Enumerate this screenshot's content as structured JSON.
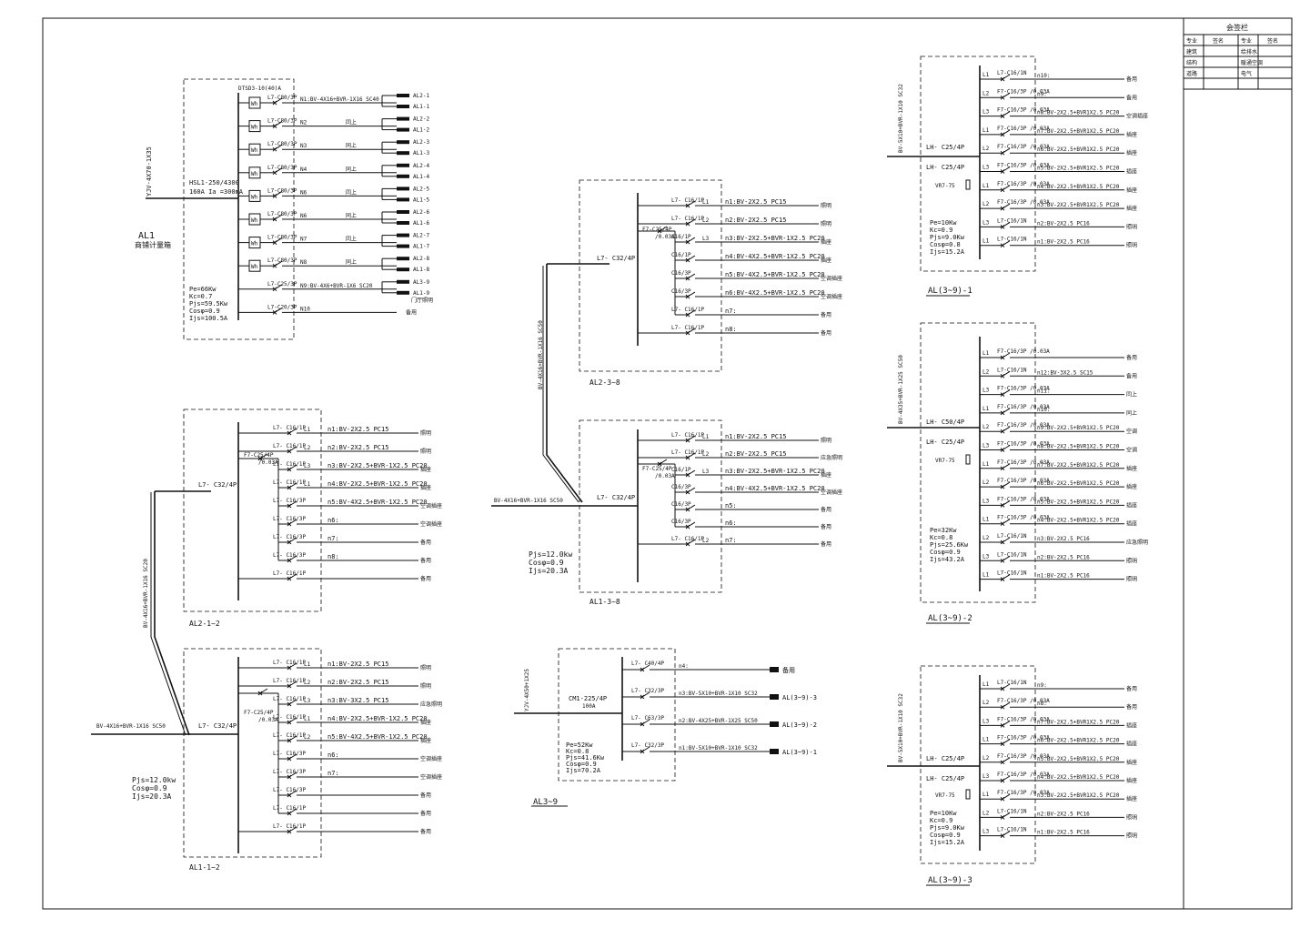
{
  "sign_block": {
    "title": "会签栏",
    "header": [
      "专业",
      "签名",
      "专业",
      "签名"
    ],
    "rows": [
      [
        "建筑",
        "",
        "给排水",
        ""
      ],
      [
        "结构",
        "",
        "暖通空调",
        ""
      ],
      [
        "道路",
        "",
        "电气",
        ""
      ]
    ]
  },
  "al1": {
    "title": "AL1",
    "subtitle": "商铺计量箱",
    "incoming_cable": "YJV-4X70-1X35",
    "meter_model": "DTSD3-10(40)A",
    "main_breaker": [
      "HSL1-250/4300",
      "160A Ia =300mA"
    ],
    "params": [
      "Pe=66Kw",
      "Kc=0.7",
      "Pjs=59.5Kw",
      "Cosφ=0.9",
      "Ijs=100.5A"
    ],
    "circuits": [
      {
        "breaker": "L7-C80/3P",
        "label": "N1:BV-4X16+BVR-1X16 SC40",
        "loads": [
          "AL2-1",
          "AL1-1"
        ]
      },
      {
        "breaker": "L7-C80/3P",
        "label": "N2",
        "note": "同上",
        "loads": [
          "AL2-2",
          "AL1-2"
        ]
      },
      {
        "breaker": "L7-C80/3P",
        "label": "N3",
        "note": "同上",
        "loads": [
          "AL2-3",
          "AL1-3"
        ]
      },
      {
        "breaker": "L7-C80/3P",
        "label": "N4",
        "note": "同上",
        "loads": [
          "AL2-4",
          "AL1-4"
        ]
      },
      {
        "breaker": "L7-C80/3P",
        "label": "N6",
        "note": "同上",
        "loads": [
          "AL2-5",
          "AL1-5"
        ]
      },
      {
        "breaker": "L7-C80/3P",
        "label": "N6",
        "note": "同上",
        "loads": [
          "AL2-6",
          "AL1-6"
        ]
      },
      {
        "breaker": "L7-C80/3P",
        "label": "N7",
        "note": "同上",
        "loads": [
          "AL2-7",
          "AL1-7"
        ]
      },
      {
        "breaker": "L7-C80/3P",
        "label": "N8",
        "note": "同上",
        "loads": [
          "AL2-8",
          "AL1-8"
        ]
      },
      {
        "breaker": "L7-C25/3P",
        "label": "N9:BV-4X6+BVR-1X6 SC20",
        "loads": [
          "AL3-9",
          "AL1-9"
        ],
        "extra": "门厅照明"
      },
      {
        "breaker": "L7-C20/3P",
        "label": "N10",
        "loads": [
          "备用"
        ]
      }
    ]
  },
  "al21": {
    "title": "AL2-1~2",
    "main": "L7- C32/4P",
    "rcd": [
      "F7-C25/4P",
      "/0.03A"
    ],
    "feeder_cable": "BV-4X16+BVR-1X16 SC20",
    "circuits": [
      {
        "breaker": "L7- C16/1P",
        "phase": "L1",
        "label": "n1:BV-2X2.5 PC15",
        "load": "照明"
      },
      {
        "breaker": "L7- C16/1P",
        "phase": "L2",
        "label": "n2:BV-2X2.5 PC15",
        "load": "照明"
      },
      {
        "breaker": "L7- C16/1P",
        "phase": "L3",
        "label": "n3:BV-2X2.5+BVR-1X2.5 PC20",
        "load": "插座"
      },
      {
        "breaker": "L7- C16/1P",
        "phase": "L1",
        "label": "n4:BV-2X2.5+BVR-1X2.5 PC20",
        "load": "插座"
      },
      {
        "breaker": "L7- C16/3P",
        "phase": "",
        "label": "n5:BV-4X2.5+BVR-1X2.5 PC20",
        "load": "空调插座"
      },
      {
        "breaker": "L7- C16/3P",
        "phase": "",
        "label": "n6:",
        "load": "空调插座"
      },
      {
        "breaker": "L7- C16/3P",
        "phase": "",
        "label": "n7:",
        "load": "备用"
      },
      {
        "breaker": "L7- C16/3P",
        "phase": "",
        "label": "n8:",
        "load": "备用"
      },
      {
        "breaker": "L7- C16/1P",
        "phase": "",
        "label": "",
        "load": "备用"
      }
    ]
  },
  "al11": {
    "title": "AL1-1~2",
    "main": "L7- C32/4P",
    "rcd": [
      "F7-C25/4P",
      "/0.03A"
    ],
    "incoming_cable": "BV-4X16+BVR-1X16 SC50",
    "params": [
      "Pjs=12.0kw",
      "Cosφ=0.9",
      "Ijs=20.3A"
    ],
    "circuits": [
      {
        "breaker": "L7- C16/1P",
        "phase": "L1",
        "label": "n1:BV-2X2.5 PC15",
        "load": "照明"
      },
      {
        "breaker": "L7- C16/1P",
        "phase": "L2",
        "label": "n2:BV-2X2.5 PC15",
        "load": "照明"
      },
      {
        "breaker": "L7- C16/1P",
        "phase": "L3",
        "label": "n3:BV-3X2.5 PC15",
        "load": "应急照明"
      },
      {
        "breaker": "L7- C16/1P",
        "phase": "L1",
        "label": "n4:BV-2X2.5+BVR-1X2.5 PC20",
        "load": "插座"
      },
      {
        "breaker": "L7- C16/1P",
        "phase": "L2",
        "label": "n5:BV-4X2.5+BVR-1X2.5 PC20",
        "load": "插座"
      },
      {
        "breaker": "L7- C16/3P",
        "phase": "",
        "label": "n6:",
        "load": "空调插座"
      },
      {
        "breaker": "L7- C16/3P",
        "phase": "",
        "label": "n7:",
        "load": "空调插座"
      },
      {
        "breaker": "L7- C16/3P",
        "phase": "",
        "label": "",
        "load": "备用"
      },
      {
        "breaker": "L7- C16/1P",
        "phase": "",
        "label": "",
        "load": "备用"
      },
      {
        "breaker": "L7- C16/1P",
        "phase": "",
        "label": "",
        "load": "备用"
      }
    ]
  },
  "al23": {
    "title": "AL2-3~8",
    "main": "L7- C32/4P",
    "rcd": [
      "F7-C25/4P",
      "/0.03A"
    ],
    "feeder_cable": "BV-4X16+BVR-1X16 SC50",
    "circuits": [
      {
        "breaker": "L7- C16/1P",
        "phase": "L1",
        "label": "n1:BV-2X2.5 PC15",
        "load": "照明"
      },
      {
        "breaker": "L7- C16/1P",
        "phase": "L2",
        "label": "n2:BV-2X2.5 PC15",
        "load": "照明"
      },
      {
        "breaker": "C16/1P",
        "phase": "L3",
        "label": "n3:BV-2X2.5+BVR-1X2.5 PC20",
        "load": "插座"
      },
      {
        "breaker": "C16/1P",
        "phase": "",
        "label": "n4:BV-4X2.5+BVR-1X2.5 PC20",
        "load": "插座"
      },
      {
        "breaker": "C16/3P",
        "phase": "",
        "label": "n5:BV-4X2.5+BVR-1X2.5 PC20",
        "load": "空调插座"
      },
      {
        "breaker": "C16/3P",
        "phase": "",
        "label": "n6:BV-4X2.5+BVR-1X2.5 PC20",
        "load": "空调插座"
      },
      {
        "breaker": "L7- C16/1P",
        "phase": "",
        "label": "n7:",
        "load": "备用"
      },
      {
        "breaker": "L7- C16/1P",
        "phase": "",
        "label": "n8:",
        "load": "备用"
      }
    ]
  },
  "al13": {
    "title": "AL1-3~8",
    "main": "L7- C32/4P",
    "rcd": [
      "F7-C25/4P",
      "/0.03A"
    ],
    "incoming_cable": "BV-4X16+BVR-1X16 SC50",
    "params": [
      "Pjs=12.0kw",
      "Cosφ=0.9",
      "Ijs=20.3A"
    ],
    "circuits": [
      {
        "breaker": "L7- C16/1P",
        "phase": "L1",
        "label": "n1:BV-2X2.5 PC15",
        "load": "照明"
      },
      {
        "breaker": "L7- C16/1P",
        "phase": "L2",
        "label": "n2:BV-2X2.5 PC15",
        "load": "应急照明"
      },
      {
        "breaker": "C16/1P",
        "phase": "L3",
        "label": "n3:BV-2X2.5+BVR-1X2.5 PC20",
        "load": "插座"
      },
      {
        "breaker": "C16/3P",
        "phase": "",
        "label": "n4:BV-4X2.5+BVR-1X2.5 PC20",
        "load": "空调插座"
      },
      {
        "breaker": "C16/3P",
        "phase": "",
        "label": "n5:",
        "load": "备用"
      },
      {
        "breaker": "C16/3P",
        "phase": "",
        "label": "n6:",
        "load": "备用"
      },
      {
        "breaker": "L7- C16/1P",
        "phase": "L2",
        "label": "n7:",
        "load": "备用"
      }
    ]
  },
  "al39": {
    "title": "AL3~9",
    "incoming_cable": "YJV-4X50+1X25",
    "main_breaker": [
      "CM1-225/4P",
      "100A"
    ],
    "params": [
      "Pe=52Kw",
      "Kc=0.8",
      "Pjs=41.6Kw",
      "Cosφ=0.9",
      "Ijs=70.2A"
    ],
    "circuits": [
      {
        "breaker": "L7- C40/4P",
        "label": "n4:",
        "target": "备用"
      },
      {
        "breaker": "L7- C32/3P",
        "label": "n3:BV-5X10+BVR-1X10 SC32",
        "target": "AL(3~9)-3"
      },
      {
        "breaker": "L7- C63/3P",
        "label": "n2:BV-4X25+BVR-1X25 SC50",
        "target": "AL(3~9)-2"
      },
      {
        "breaker": "L7- C32/3P",
        "label": "n1:BV-5X10+BVR-1X10 SC32",
        "target": "AL(3~9)-1"
      }
    ]
  },
  "al391": {
    "title": "AL(3~9)-1",
    "incoming_cable": "BV-5X10+BVR-1X10 SC32",
    "main": [
      "LH- C25/4P",
      "LH- C25/4P"
    ],
    "spd": "VR7-75",
    "params": [
      "Pe=10Kw",
      "Kc=0.9",
      "Pjs=9.0Kw",
      "Cosφ=0.8",
      "Ijs=15.2A"
    ],
    "circuits": [
      {
        "breaker": "L7-C16/1N",
        "label": "n10:",
        "load": "备用"
      },
      {
        "breaker": "F7-C16/3P /0.03A",
        "label": "n9:",
        "load": "备用"
      },
      {
        "breaker": "F7-C16/3P /0.03A",
        "label": "n8:BV-2X2.5+BVR1X2.5 PC20",
        "load": "空调插座"
      },
      {
        "breaker": "F7-C16/3P /0.03A",
        "label": "n7:BV-2X2.5+BVR1X2.5 PC20",
        "load": "插座"
      },
      {
        "breaker": "F7-C16/3P /0.03A",
        "label": "n6:BV-2X2.5+BVR1X2.5 PC20",
        "load": "插座"
      },
      {
        "breaker": "F7-C16/3P /0.03A",
        "label": "n5:BV-2X2.5+BVR1X2.5 PC20",
        "load": "插座"
      },
      {
        "breaker": "F7-C16/3P /0.03A",
        "label": "n4:BV-2X2.5+BVR1X2.5 PC20",
        "load": "插座"
      },
      {
        "breaker": "F7-C16/3P /0.03A",
        "label": "n3:BV-2X2.5+BVR1X2.5 PC20",
        "load": "插座"
      },
      {
        "breaker": "L7-C16/1N",
        "label": "n2:BV-2X2.5 PC16",
        "load": "照明"
      },
      {
        "breaker": "L7-C16/1N",
        "label": "n1:BV-2X2.5 PC16",
        "load": "照明"
      }
    ]
  },
  "al392": {
    "title": "AL(3~9)-2",
    "incoming_cable": "BV-4X35+BVR-1X25 SC50",
    "main": [
      "LH- C50/4P",
      "LH- C25/4P"
    ],
    "spd": "VR7-75",
    "params": [
      "Pe=32Kw",
      "Kc=0.8",
      "Pjs=25.6Kw",
      "Cosφ=0.9",
      "Ijs=43.2A"
    ],
    "circuits": [
      {
        "breaker": "F7-C16/3P /0.03A",
        "label": "",
        "load": "备用"
      },
      {
        "breaker": "L7-C16/1N",
        "label": "n12:BV-3X2.5 SC15",
        "load": "备用"
      },
      {
        "breaker": "F7-C16/3P /0.03A",
        "label": "n11:",
        "load": "同上"
      },
      {
        "breaker": "F7-C16/3P /0.03A",
        "label": "n10:",
        "load": "同上"
      },
      {
        "breaker": "F7-C16/3P /0.03A",
        "label": "n9:BV-2X2.5+BVR1X2.5 PC20",
        "load": "空调"
      },
      {
        "breaker": "F7-C16/3P /0.03A",
        "label": "n8:BV-2X2.5+BVR1X2.5 PC20",
        "load": "空调"
      },
      {
        "breaker": "F7-C16/3P /0.03A",
        "label": "n7:BV-2X2.5+BVR1X2.5 PC20",
        "load": "插座"
      },
      {
        "breaker": "F7-C16/3P /0.03A",
        "label": "n6:BV-2X2.5+BVR1X2.5 PC20",
        "load": "插座"
      },
      {
        "breaker": "F7-C16/3P /0.03A",
        "label": "n5:BV-2X2.5+BVR1X2.5 PC20",
        "load": "插座"
      },
      {
        "breaker": "F7-C16/3P /0.03A",
        "label": "n4:BV-2X2.5+BVR1X2.5 PC20",
        "load": "插座"
      },
      {
        "breaker": "L7-C16/1N",
        "label": "n3:BV-2X2.5 PC16",
        "load": "应急照明"
      },
      {
        "breaker": "L7-C16/1N",
        "label": "n2:BV-2X2.5 PC16",
        "load": "照明"
      },
      {
        "breaker": "L7-C16/1N",
        "label": "n1:BV-2X2.5 PC16",
        "load": "照明"
      }
    ]
  },
  "al393": {
    "title": "AL(3~9)-3",
    "incoming_cable": "BV-5X10+BVR-1X10 SC32",
    "main": [
      "LH- C25/4P",
      "LH- C25/4P"
    ],
    "spd": "VR7-75",
    "params": [
      "Pe=10Kw",
      "Kc=0.9",
      "Pjs=9.0Kw",
      "Cosφ=0.9",
      "Ijs=15.2A"
    ],
    "circuits": [
      {
        "breaker": "L7-C16/1N",
        "label": "n9:",
        "load": "备用"
      },
      {
        "breaker": "F7-C16/3P /0.03A",
        "label": "n8:",
        "load": "备用"
      },
      {
        "breaker": "F7-C16/3P /0.03A",
        "label": "n7:BV-2X2.5+BVR1X2.5 PC20",
        "load": "插座"
      },
      {
        "breaker": "F7-C16/3P /0.03A",
        "label": "n6:BV-2X2.5+BVR1X2.5 PC20",
        "load": "插座"
      },
      {
        "breaker": "F7-C16/3P /0.03A",
        "label": "n5:BV-2X2.5+BVR1X2.5 PC20",
        "load": "插座"
      },
      {
        "breaker": "F7-C16/3P /0.03A",
        "label": "n4:BV-2X2.5+BVR1X2.5 PC20",
        "load": "插座"
      },
      {
        "breaker": "F7-C16/3P /0.03A",
        "label": "n3:BV-2X2.5+BVR1X2.5 PC20",
        "load": "插座"
      },
      {
        "breaker": "L7-C16/1N",
        "label": "n2:BV-2X2.5 PC16",
        "load": "照明"
      },
      {
        "breaker": "L7-C16/1N",
        "label": "n1:BV-2X2.5 PC16",
        "load": "照明"
      }
    ]
  }
}
